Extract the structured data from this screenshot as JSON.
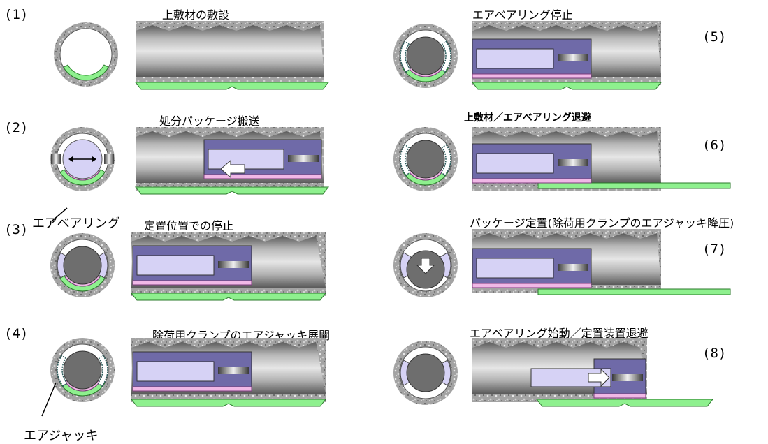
{
  "steps": [
    {
      "number": "(1)",
      "title": "上敷材の敷設"
    },
    {
      "number": "(2)",
      "title": "処分パッケージ搬送"
    },
    {
      "number": "(3)",
      "title": "定置位置での停止"
    },
    {
      "number": "(4)",
      "title": "除荷用クランプのエアジャッキ展開"
    },
    {
      "number": "(5)",
      "title": "エアベアリング停止"
    },
    {
      "number": "(6)",
      "title": "上敷材／エアベアリング退避"
    },
    {
      "number": "(7)",
      "title": "パッケージ定置(除荷用クランプのエアジャッキ降圧)"
    },
    {
      "number": "(8)",
      "title": "エアベアリング始動／定置装置退避"
    }
  ],
  "callouts": {
    "air_bearing": "エアベアリング",
    "air_jack": "エアジャッキ"
  },
  "colors": {
    "rock": "#9a9a9a",
    "tunnel": "#8c8c8c",
    "base_material": "#8ef08e",
    "package": "#d6d2f5",
    "carrier": "#6f6aa8",
    "canister": "#6e6e6e",
    "bearing_pink": "#f0b8e6"
  }
}
